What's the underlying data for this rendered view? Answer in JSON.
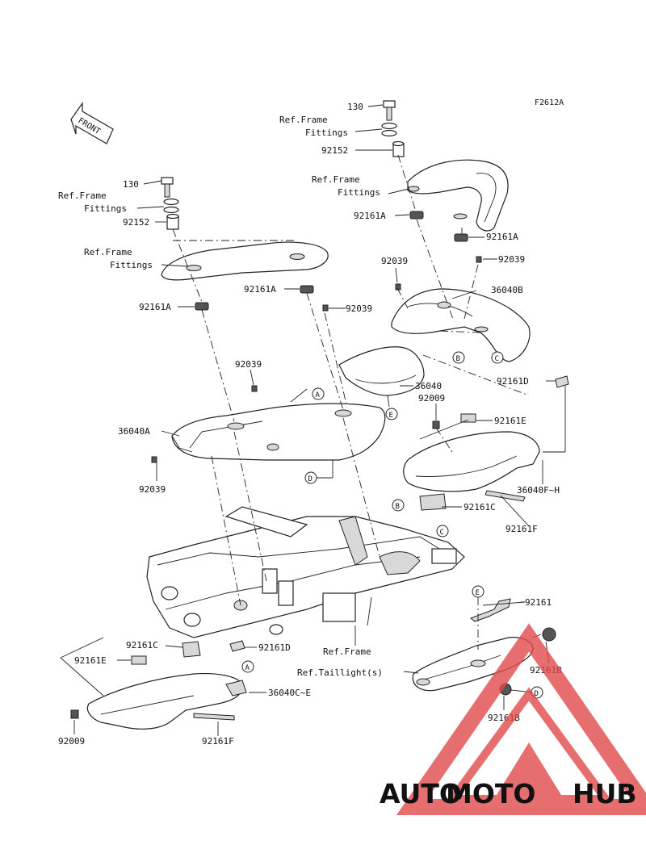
{
  "figure_code": "F2612A",
  "front_label": "FRONT",
  "watermark": {
    "text_auto": "AUTO",
    "text_moto": "MOTO",
    "text_hub": "HUB",
    "color_auto": "#f4b53f",
    "color_moto": "#e24a4a",
    "color_hub": "#666666",
    "logo_color": "#e24a4a"
  },
  "labels": {
    "l130_right": "130",
    "ref_frame_1": "Ref.Frame",
    "fittings_1": "Fittings",
    "l92152_right": "92152",
    "ref_frame_2": "Ref.Frame",
    "fittings_2": "Fittings",
    "l92161A_r1": "92161A",
    "l92161A_r2": "92161A",
    "l92039_r1": "92039",
    "l92039_r2": "92039",
    "l36040B": "36040B",
    "l92161D_r": "92161D",
    "l130_left": "130",
    "ref_frame_3": "Ref.Frame",
    "fittings_3": "Fittings",
    "l92152_left": "92152",
    "ref_frame_4": "Ref.Frame",
    "fittings_4": "Fittings",
    "l92161A_l1": "92161A",
    "l92161A_l2": "92161A",
    "l92039_m": "92039",
    "l92039_l": "92039",
    "l36040": "36040",
    "l92009_r": "92009",
    "l92161E_r": "92161E",
    "l36040A": "36040A",
    "l92039_b": "92039",
    "l36040FH": "36040F~H",
    "l92161C_r": "92161C",
    "l92161F_r": "92161F",
    "l92161": "92161",
    "l92161C_l": "92161C",
    "l92161D_l": "92161D",
    "ref_frame_5": "Ref.Frame",
    "l92161B_1": "92161B",
    "ref_taillight": "Ref.Taillight(s)",
    "l92161E_l": "92161E",
    "l36040CE": "36040C~E",
    "l92161B_2": "92161B",
    "l92009_l": "92009",
    "l92161F_l": "92161F"
  },
  "circles": {
    "a1": "A",
    "b1": "B",
    "c1": "C",
    "d1": "D",
    "e1": "E",
    "b2": "B",
    "c2": "C",
    "e2": "E",
    "d2": "D",
    "a2": "A"
  }
}
